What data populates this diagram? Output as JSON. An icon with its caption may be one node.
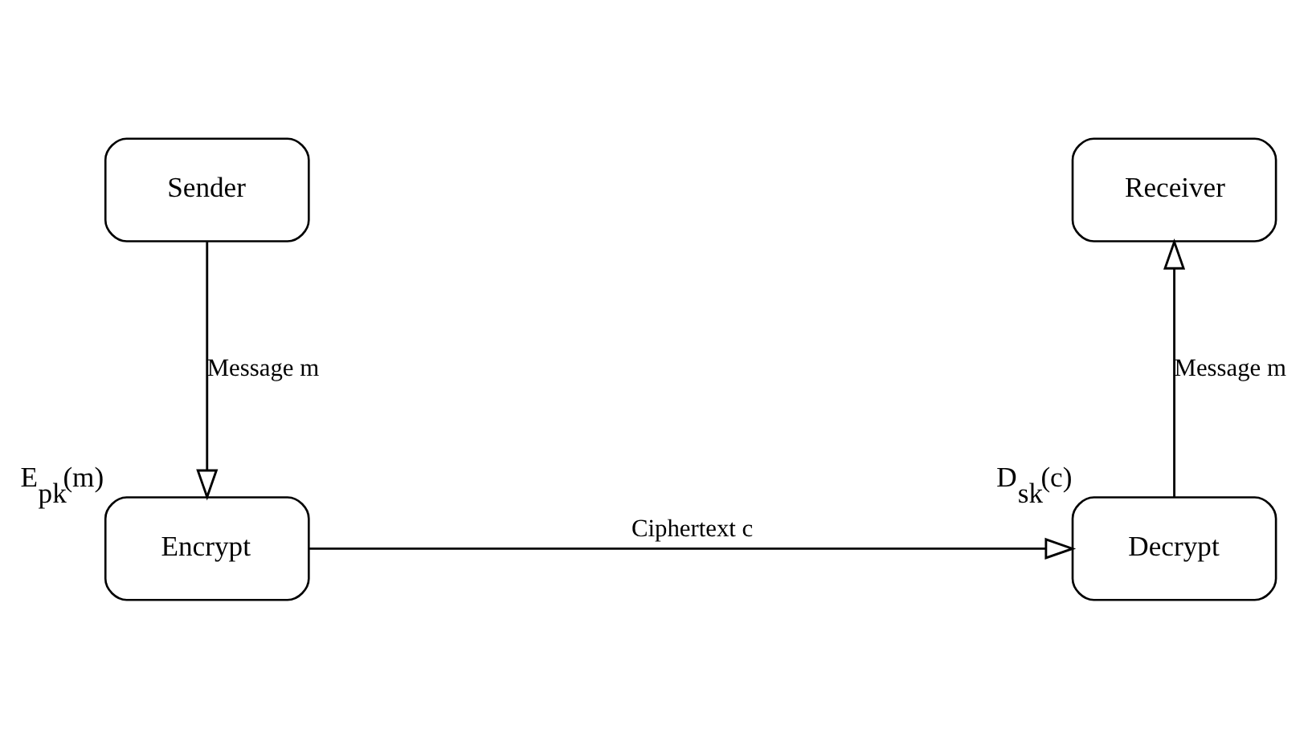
{
  "diagram": {
    "nodes": [
      {
        "text": [
          "Sender"
        ]
      },
      {
        "text": [
          "Receiver"
        ]
      },
      {
        "text": [
          "Encrypt"
        ],
        "beside": [
          "E$_{pk}$(m)"
        ]
      },
      {
        "text": [
          "Decrypt"
        ],
        "beside": [
          "D$_{sk}$(c)"
        ]
      }
    ],
    "edges": [
      {
        "from": 0,
        "to": 2,
        "arrow": "to",
        "label": "Message m"
      },
      {
        "from": 2,
        "to": 3,
        "arrow": "to",
        "label": "Ciphertext c"
      },
      {
        "from": 3,
        "to": 1,
        "arrow": "to",
        "label": "Message m"
      }
    ]
  }
}
